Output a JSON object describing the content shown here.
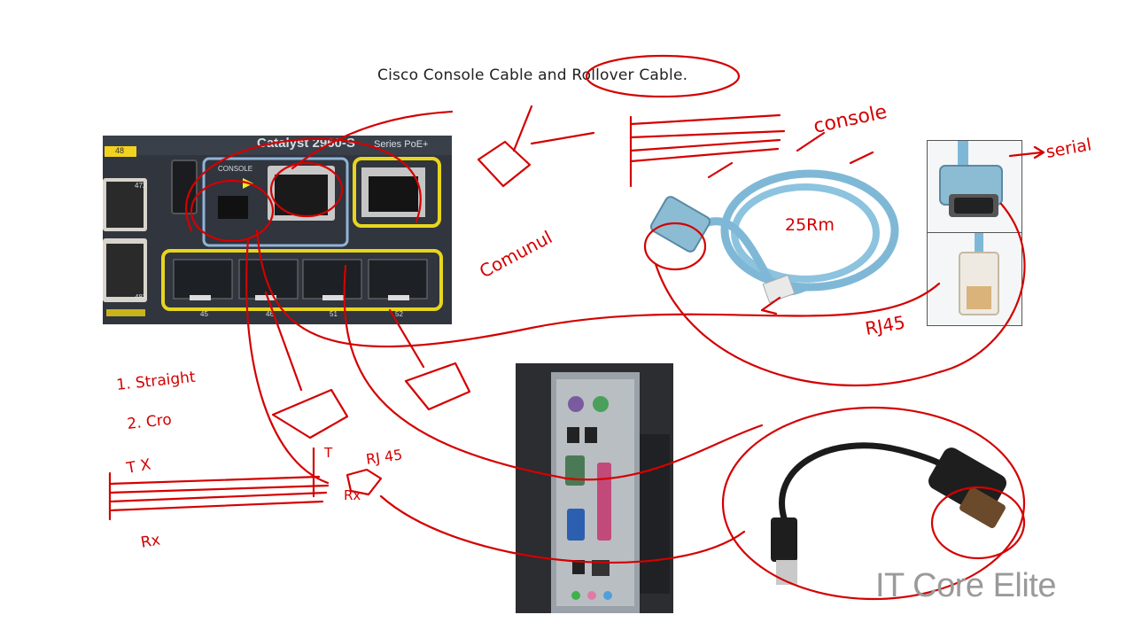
{
  "slide": {
    "title": "Cisco Console Cable and Rollover Cable."
  },
  "switch": {
    "model_label": "Catalyst 2960-S",
    "series_label": "Series PoE+",
    "console_label": "CONSOLE",
    "port_48": "48",
    "port_47x": "47X",
    "port_48x": "48X",
    "sfp_45": "45",
    "sfp_46": "46",
    "sfp_51": "51",
    "sfp_52": "52"
  },
  "annotations": {
    "console": "console",
    "serial": "serial",
    "rj45_right": "RJ45",
    "length": "25Rm",
    "comunul": "Comunul",
    "straight": "1. Straight",
    "cross": "2. Cro",
    "tx": "T X",
    "rx": "Rx",
    "t": "T",
    "rj45_left": "RJ 45",
    "rx2": "Rx"
  },
  "watermark": "IT Core Elite",
  "colors": {
    "annotation": "#d40000",
    "cable_blue": "#7fb8d6",
    "switch_body": "#2a2f38",
    "console_highlight": "#f2d21f"
  }
}
